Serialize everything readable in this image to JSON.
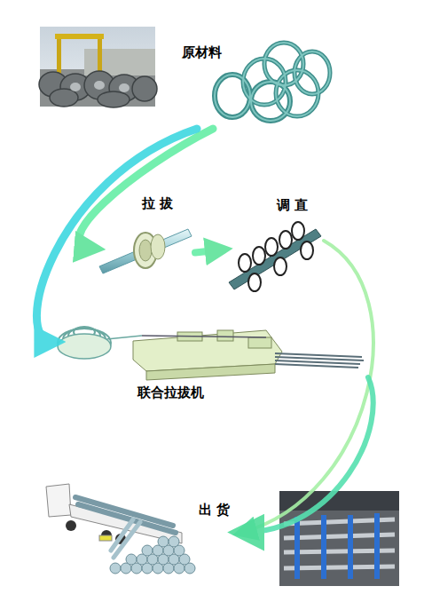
{
  "diagram": {
    "nodes": [
      {
        "text": [
          "原材料"
        ]
      },
      {
        "text": [
          "拉 拔"
        ]
      },
      {
        "text": [
          "调 直"
        ]
      },
      {
        "text": [
          "联合拉拔机"
        ]
      },
      {
        "text": [
          "出 货"
        ]
      }
    ],
    "edges": [
      {
        "from": 0,
        "to": 1,
        "arrow": "to"
      },
      {
        "from": 1,
        "to": 2,
        "arrow": "to"
      },
      {
        "from": 0,
        "to": 3,
        "arrow": "to"
      },
      {
        "from": 2,
        "to": 4,
        "arrow": "to"
      },
      {
        "from": 3,
        "to": 4,
        "arrow": "to"
      }
    ]
  }
}
